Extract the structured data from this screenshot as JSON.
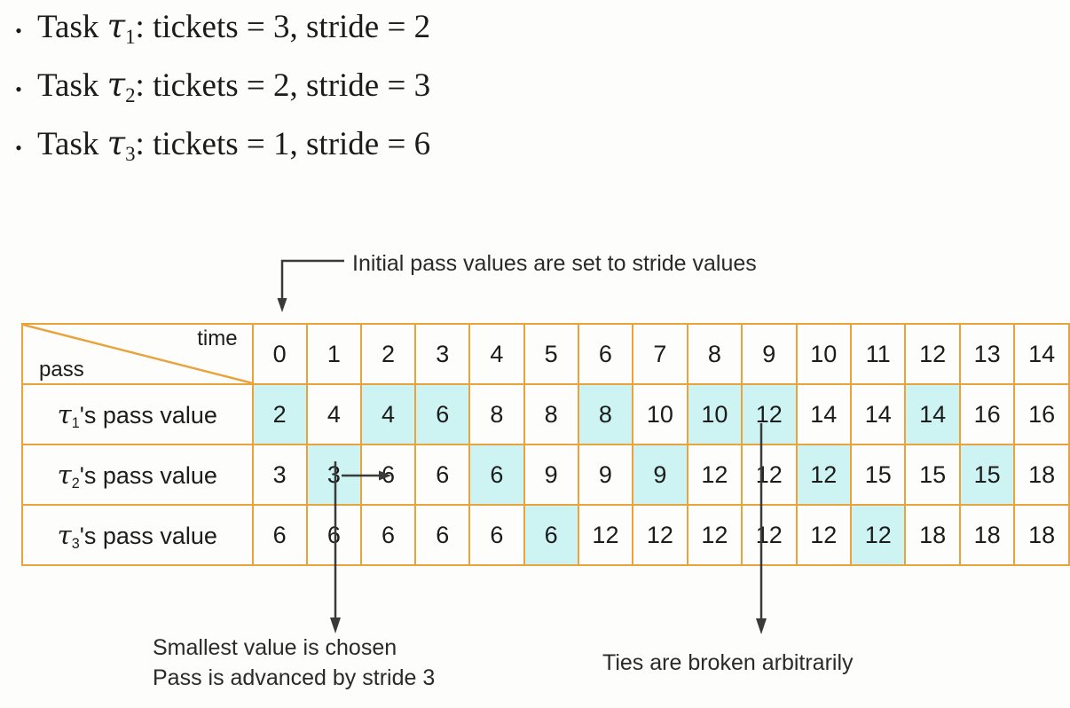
{
  "bullets": [
    {
      "prefix": "Task ",
      "tau": "τ",
      "sub": "1",
      "rest": ": tickets = 3, stride = 2"
    },
    {
      "prefix": "Task ",
      "tau": "τ",
      "sub": "2",
      "rest": ": tickets = 2, stride = 3"
    },
    {
      "prefix": "Task ",
      "tau": "τ",
      "sub": "3",
      "rest": ": tickets = 1, stride = 6"
    }
  ],
  "annotations": {
    "top": "Initial pass values are set to stride values",
    "bottom_left_line1": "Smallest value is chosen",
    "bottom_left_line2": "Pass is advanced by stride 3",
    "bottom_right": "Ties are broken arbitrarily"
  },
  "table": {
    "corner": {
      "time_label": "time",
      "pass_label": "pass"
    },
    "time_header": [
      "0",
      "1",
      "2",
      "3",
      "4",
      "5",
      "6",
      "7",
      "8",
      "9",
      "10",
      "11",
      "12",
      "13",
      "14"
    ],
    "rows": [
      {
        "tau": "τ",
        "sub": "1",
        "label_rest": "'s pass value",
        "values": [
          "2",
          "4",
          "4",
          "6",
          "8",
          "8",
          "8",
          "10",
          "10",
          "12",
          "14",
          "14",
          "14",
          "16",
          "16"
        ],
        "highlights": [
          0,
          2,
          3,
          6,
          8,
          9,
          12
        ]
      },
      {
        "tau": "τ",
        "sub": "2",
        "label_rest": "'s pass value",
        "values": [
          "3",
          "3",
          "6",
          "6",
          "6",
          "9",
          "9",
          "9",
          "12",
          "12",
          "12",
          "15",
          "15",
          "15",
          "18"
        ],
        "highlights": [
          1,
          4,
          7,
          10,
          13
        ]
      },
      {
        "tau": "τ",
        "sub": "3",
        "label_rest": "'s pass value",
        "values": [
          "6",
          "6",
          "6",
          "6",
          "6",
          "6",
          "12",
          "12",
          "12",
          "12",
          "12",
          "12",
          "18",
          "18",
          "18"
        ],
        "highlights": [
          5,
          11
        ]
      }
    ]
  },
  "colors": {
    "border": "#e8a33d",
    "highlight": "#cdf3f3",
    "text": "#1c1c1c",
    "arrow": "#3a3a3a",
    "background": "#fdfdfb"
  }
}
